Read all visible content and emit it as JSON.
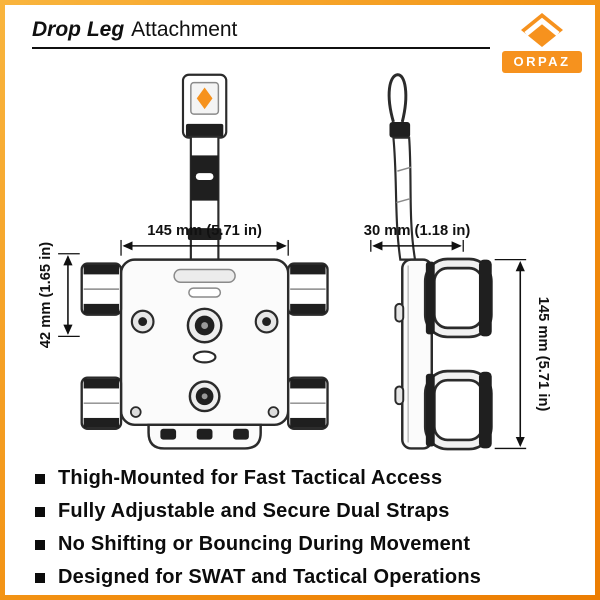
{
  "header": {
    "title_bold": "Drop Leg",
    "title_regular": "Attachment"
  },
  "brand": {
    "name": "ORPAZ",
    "accent_color": "#F6921E"
  },
  "colors": {
    "frame_border": "#F29011",
    "line_art": "#2B2B2B",
    "text": "#0C0C0C"
  },
  "diagram": {
    "views": [
      "front-view-drawing",
      "side-view-drawing"
    ],
    "dimensions": {
      "front_width": "145 mm (5.71 in)",
      "front_strap_height": "42 mm (1.65 in)",
      "side_depth": "30 mm (1.18 in)",
      "side_height": "145 mm (5.71 in)"
    }
  },
  "features": [
    "Thigh-Mounted for Fast Tactical Access",
    "Fully Adjustable and Secure Dual Straps",
    "No Shifting or Bouncing During Movement",
    "Designed for SWAT and Tactical Operations"
  ]
}
